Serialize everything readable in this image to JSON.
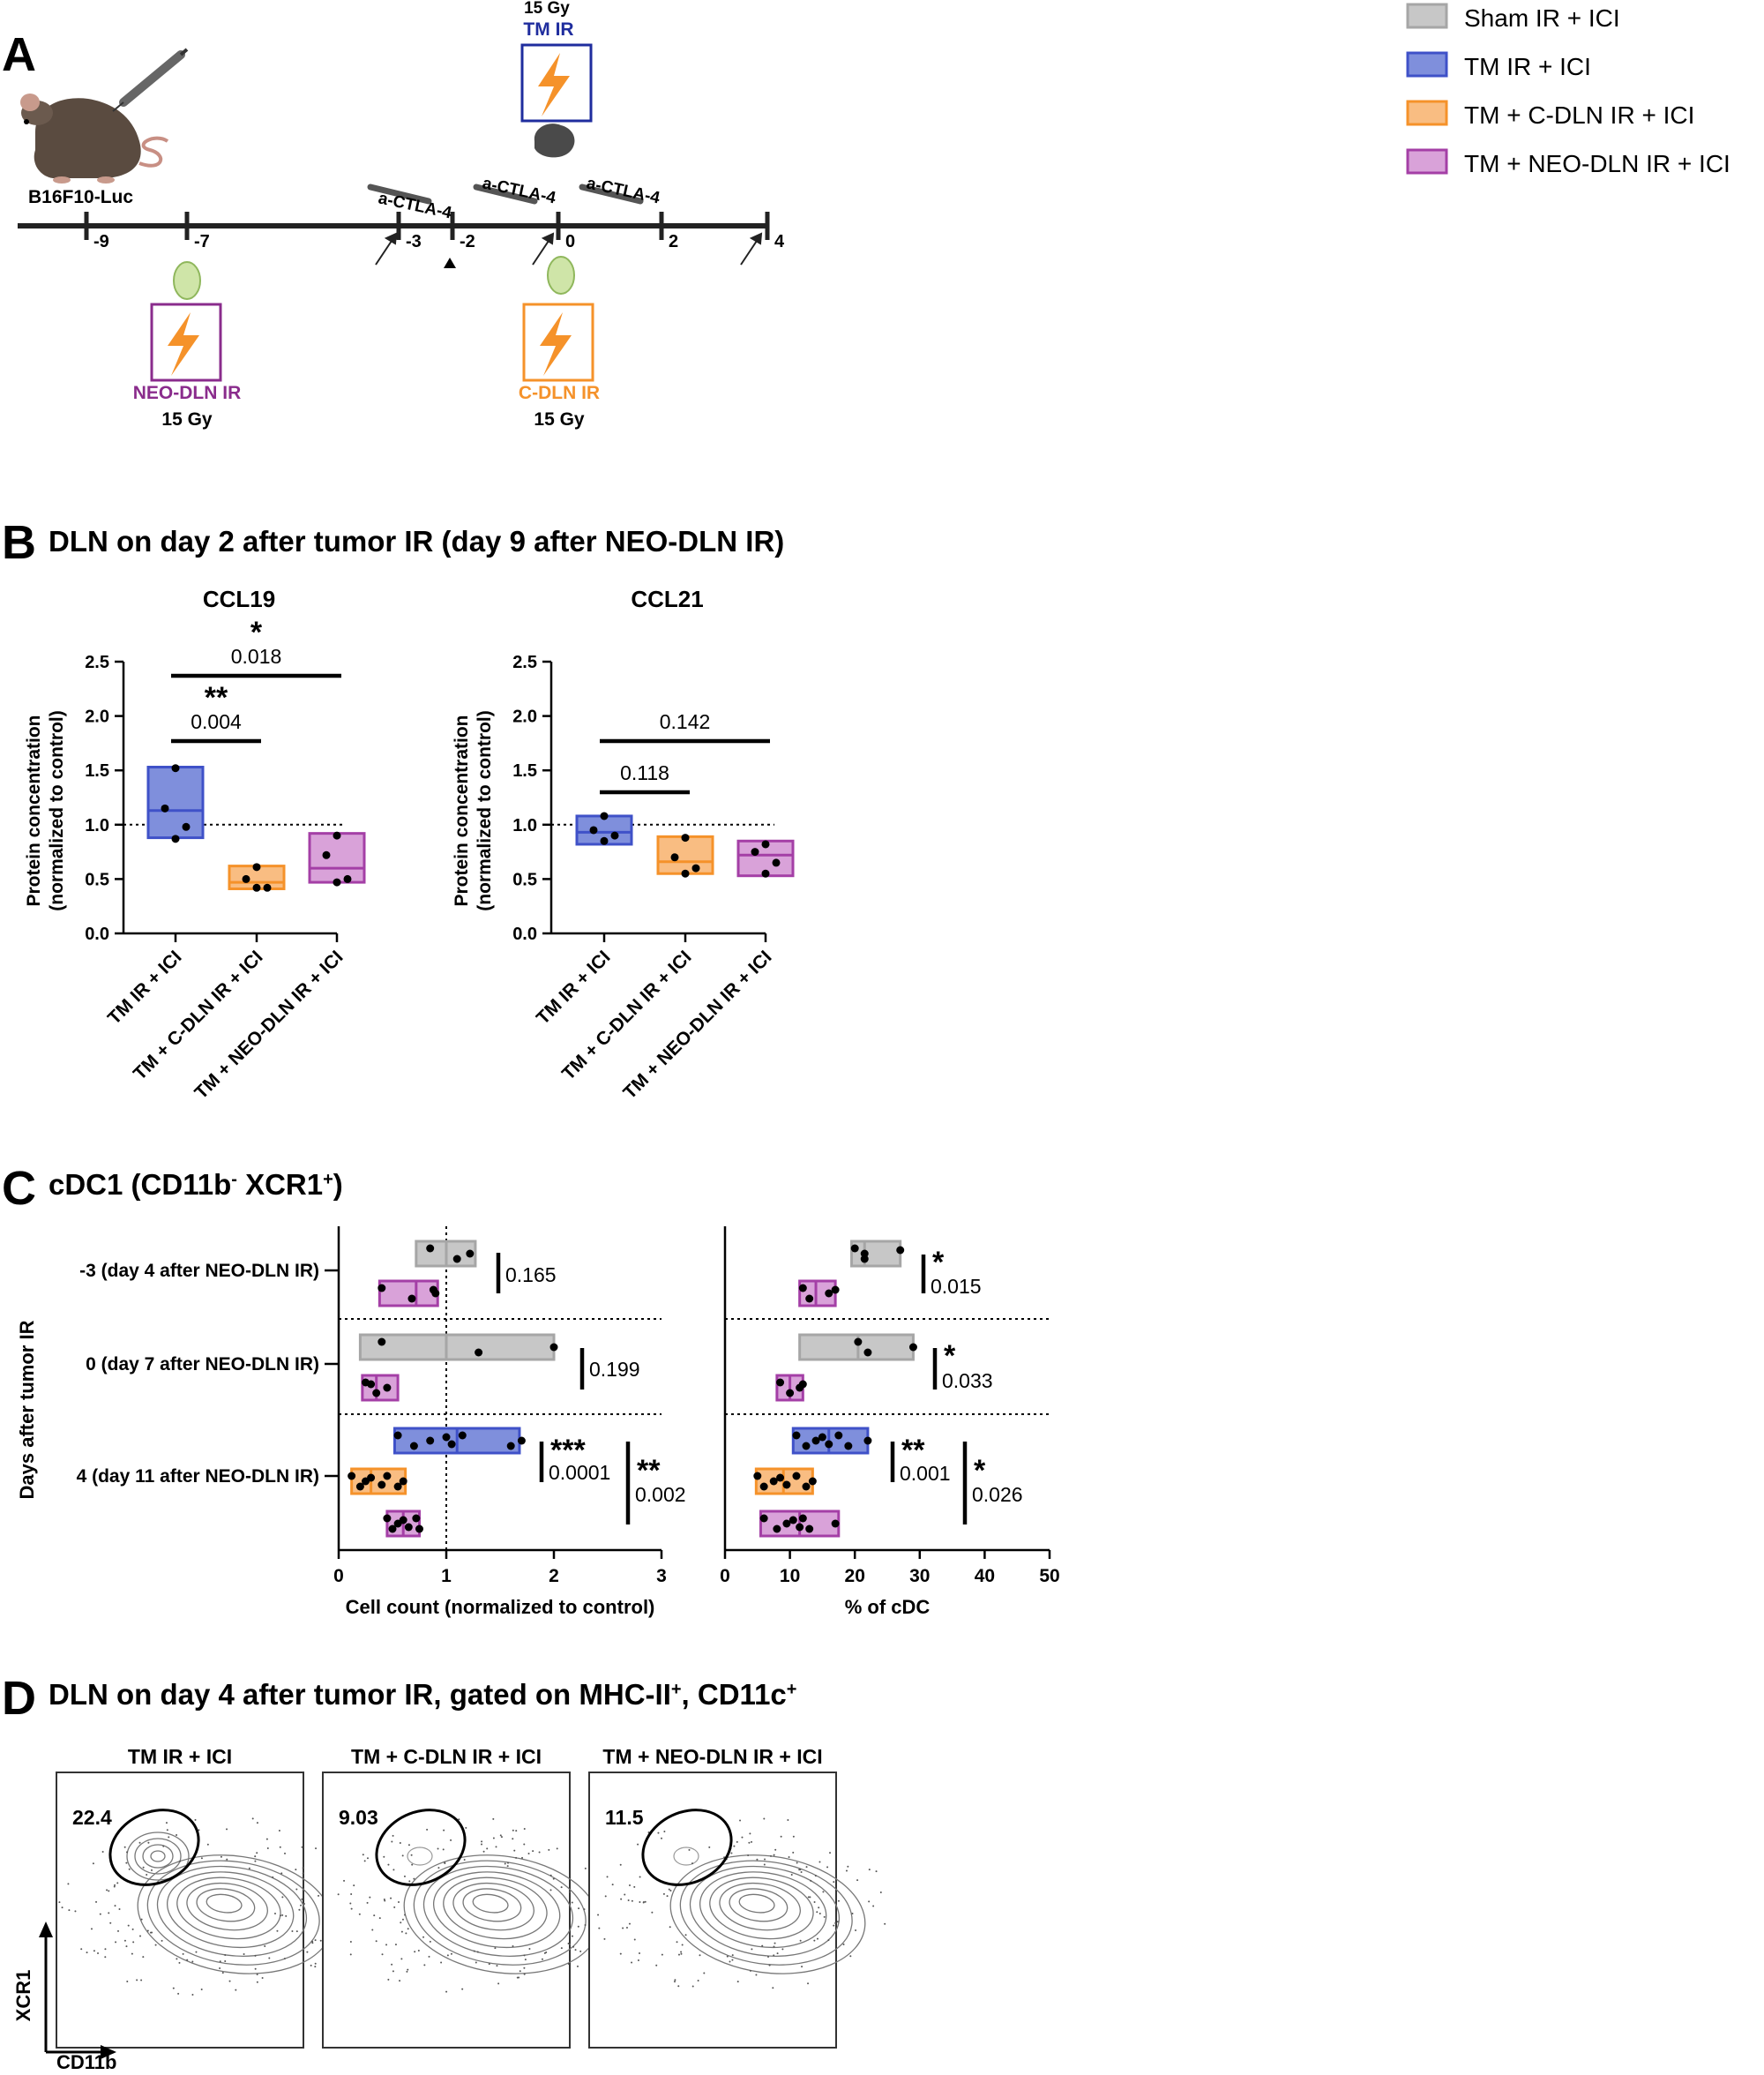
{
  "colors": {
    "sham": "#a6a6a6",
    "tm": "#3f51c8",
    "cdln": "#f5922a",
    "neo": "#a43fa6",
    "sham_fill": "#c7c7c7",
    "tm_fill": "#7f8fdc",
    "cdln_fill": "#f9bd82",
    "neo_fill": "#d9a2d9"
  },
  "legend": [
    {
      "label": "Sham IR + ICI",
      "group": "sham"
    },
    {
      "label": "TM IR + ICI",
      "group": "tm"
    },
    {
      "label": "TM + C-DLN IR + ICI",
      "group": "cdln"
    },
    {
      "label": "TM + NEO-DLN IR + ICI",
      "group": "neo"
    }
  ],
  "panelA": {
    "letter": "A",
    "mouse_label": "B16F10-Luc",
    "tm_dose": "15 Gy",
    "tm_label": "TM IR",
    "neo_label": "NEO-DLN IR",
    "neo_dose": "15 Gy",
    "cdln_label": "C-DLN IR",
    "cdln_dose": "15 Gy",
    "ticks": [
      "-9",
      "-7",
      "-3",
      "-2",
      "0",
      "2",
      "4"
    ],
    "ctla4": [
      "a-CTLA-4",
      "a-CTLA-4",
      "a-CTLA-4"
    ]
  },
  "panelB": {
    "letter": "B",
    "title": "DLN on day 2 after tumor IR (day 9 after NEO-DLN IR)",
    "ylabel_line1": "Protein concentration",
    "ylabel_line2": "(normalized to control)",
    "categories": [
      "TM IR + ICI",
      "TM + C-DLN IR + ICI",
      "TM + NEO-DLN IR + ICI"
    ]
  },
  "panelC": {
    "letter": "C",
    "title_main": "cDC1 (CD11b",
    "title_sup1": "-",
    "title_mid": " XCR1",
    "title_sup2": "+",
    "title_end": ")",
    "ylabel": "Days after tumor IR",
    "rows": [
      "-3 (day 4 after NEO-DLN IR)",
      "0 (day 7 after NEO-DLN IR)",
      "4 (day 11 after NEO-DLN IR)"
    ]
  },
  "panelD": {
    "letter": "D",
    "title_a": "DLN on day 4 after tumor IR, gated on MHC-II",
    "title_sup1": "+",
    "title_b": ", CD11c",
    "title_sup2": "+",
    "xaxis": "CD11b",
    "yaxis": "XCR1",
    "plots": [
      {
        "title": "TM IR + ICI",
        "value": "22.4"
      },
      {
        "title": "TM + C-DLN IR + ICI",
        "value": "9.03"
      },
      {
        "title": "TM + NEO-DLN IR + ICI",
        "value": "11.5"
      }
    ]
  },
  "chart_data": [
    {
      "type": "box",
      "title": "CCL19",
      "ylabel": "Protein concentration (normalized to control)",
      "ylim": [
        0,
        2.5
      ],
      "yticks": [
        "0.0",
        "0.5",
        "1.0",
        "1.5",
        "2.0",
        "2.5"
      ],
      "reference_line": 1.0,
      "categories": [
        "TM IR + ICI",
        "TM + C-DLN IR + ICI",
        "TM + NEO-DLN IR + ICI"
      ],
      "series": [
        {
          "group": "tm",
          "q1": 0.88,
          "median": 1.13,
          "q3": 1.53,
          "points": [
            1.52,
            1.15,
            0.98,
            0.87
          ]
        },
        {
          "group": "cdln",
          "q1": 0.41,
          "median": 0.47,
          "q3": 0.62,
          "points": [
            0.61,
            0.5,
            0.42,
            0.42
          ]
        },
        {
          "group": "neo",
          "q1": 0.47,
          "median": 0.6,
          "q3": 0.92,
          "points": [
            0.9,
            0.72,
            0.5,
            0.47
          ]
        }
      ],
      "significance": [
        {
          "from": 0,
          "to": 1,
          "stars": "**",
          "p": "0.004"
        },
        {
          "from": 0,
          "to": 2,
          "stars": "*",
          "p": "0.018"
        }
      ]
    },
    {
      "type": "box",
      "title": "CCL21",
      "ylabel": "Protein concentration (normalized to control)",
      "ylim": [
        0,
        2.5
      ],
      "yticks": [
        "0.0",
        "0.5",
        "1.0",
        "1.5",
        "2.0",
        "2.5"
      ],
      "reference_line": 1.0,
      "categories": [
        "TM IR + ICI",
        "TM + C-DLN IR + ICI",
        "TM + NEO-DLN IR + ICI"
      ],
      "series": [
        {
          "group": "tm",
          "q1": 0.82,
          "median": 0.93,
          "q3": 1.08,
          "points": [
            1.08,
            0.95,
            0.9,
            0.85
          ]
        },
        {
          "group": "cdln",
          "q1": 0.55,
          "median": 0.66,
          "q3": 0.89,
          "points": [
            0.88,
            0.7,
            0.6,
            0.55
          ]
        },
        {
          "group": "neo",
          "q1": 0.53,
          "median": 0.72,
          "q3": 0.85,
          "points": [
            0.82,
            0.75,
            0.65,
            0.55
          ]
        }
      ],
      "significance": [
        {
          "from": 0,
          "to": 1,
          "stars": "",
          "p": "0.118"
        },
        {
          "from": 0,
          "to": 2,
          "stars": "",
          "p": "0.142"
        }
      ]
    },
    {
      "type": "box",
      "orientation": "horizontal",
      "xlabel": "Cell count (normalized to control)",
      "xlim": [
        0,
        3
      ],
      "xticks": [
        "0",
        "1",
        "2",
        "3"
      ],
      "reference_line": 1,
      "rows": [
        {
          "label": "-3 (day 4 after NEO-DLN IR)",
          "boxes": [
            {
              "group": "sham",
              "q1": 0.72,
              "median": 1.0,
              "q3": 1.27,
              "points": [
                0.85,
                1.1,
                1.22
              ]
            },
            {
              "group": "neo",
              "q1": 0.38,
              "median": 0.72,
              "q3": 0.92,
              "points": [
                0.4,
                0.68,
                0.9,
                0.88
              ]
            }
          ],
          "significance": [
            {
              "stars": "",
              "p": "0.165"
            }
          ]
        },
        {
          "label": "0 (day 7 after NEO-DLN IR)",
          "boxes": [
            {
              "group": "sham",
              "q1": 0.2,
              "median": 1.0,
              "q3": 2.0,
              "points": [
                0.4,
                1.3,
                2.0
              ]
            },
            {
              "group": "neo",
              "q1": 0.22,
              "median": 0.35,
              "q3": 0.55,
              "points": [
                0.25,
                0.35,
                0.45,
                0.3
              ]
            }
          ],
          "significance": [
            {
              "stars": "",
              "p": "0.199"
            }
          ]
        },
        {
          "label": "4 (day 11 after NEO-DLN IR)",
          "boxes": [
            {
              "group": "tm",
              "q1": 0.52,
              "median": 1.1,
              "q3": 1.68,
              "points": [
                0.55,
                0.7,
                0.85,
                1.0,
                1.05,
                1.15,
                1.6,
                1.7
              ]
            },
            {
              "group": "cdln",
              "q1": 0.12,
              "median": 0.3,
              "q3": 0.62,
              "points": [
                0.12,
                0.2,
                0.25,
                0.3,
                0.4,
                0.45,
                0.55,
                0.6
              ]
            },
            {
              "group": "neo",
              "q1": 0.45,
              "median": 0.6,
              "q3": 0.75,
              "points": [
                0.45,
                0.5,
                0.55,
                0.6,
                0.65,
                0.72,
                0.75
              ]
            }
          ],
          "significance": [
            {
              "stars": "***",
              "p": "0.0001"
            },
            {
              "stars": "**",
              "p": "0.002"
            }
          ]
        }
      ]
    },
    {
      "type": "box",
      "orientation": "horizontal",
      "xlabel": "% of cDC",
      "xlim": [
        0,
        50
      ],
      "xticks": [
        "0",
        "10",
        "20",
        "30",
        "40",
        "50"
      ],
      "rows": [
        {
          "label": "-3 (day 4 after NEO-DLN IR)",
          "boxes": [
            {
              "group": "sham",
              "q1": 19.5,
              "median": 21.5,
              "q3": 27.0,
              "points": [
                20.0,
                21.5,
                21.5,
                27.0
              ]
            },
            {
              "group": "neo",
              "q1": 11.5,
              "median": 14.0,
              "q3": 17.0,
              "points": [
                12.0,
                13.0,
                16.0,
                17.0
              ]
            }
          ],
          "significance": [
            {
              "stars": "*",
              "p": "0.015"
            }
          ]
        },
        {
          "label": "0 (day 7 after NEO-DLN IR)",
          "boxes": [
            {
              "group": "sham",
              "q1": 11.5,
              "median": 20.5,
              "q3": 29.0,
              "points": [
                20.5,
                22.0,
                29.0
              ]
            },
            {
              "group": "neo",
              "q1": 8.0,
              "median": 10.0,
              "q3": 12.0,
              "points": [
                8.5,
                10.0,
                11.5,
                12.0
              ]
            }
          ],
          "significance": [
            {
              "stars": "*",
              "p": "0.033"
            }
          ]
        },
        {
          "label": "4 (day 11 after NEO-DLN IR)",
          "boxes": [
            {
              "group": "tm",
              "q1": 10.5,
              "median": 16.0,
              "q3": 22.0,
              "points": [
                11.0,
                12.5,
                14.0,
                15.0,
                16.0,
                17.5,
                19.0,
                22.0
              ]
            },
            {
              "group": "cdln",
              "q1": 4.8,
              "median": 9.0,
              "q3": 13.5,
              "points": [
                5.0,
                6.0,
                7.5,
                8.5,
                9.5,
                11.0,
                12.5,
                13.5
              ]
            },
            {
              "group": "neo",
              "q1": 5.5,
              "median": 11.5,
              "q3": 17.5,
              "points": [
                6.0,
                8.0,
                9.5,
                10.5,
                11.5,
                12.0,
                13.0,
                17.0
              ]
            }
          ],
          "significance": [
            {
              "stars": "**",
              "p": "0.001"
            },
            {
              "stars": "*",
              "p": "0.026"
            }
          ]
        }
      ]
    }
  ]
}
